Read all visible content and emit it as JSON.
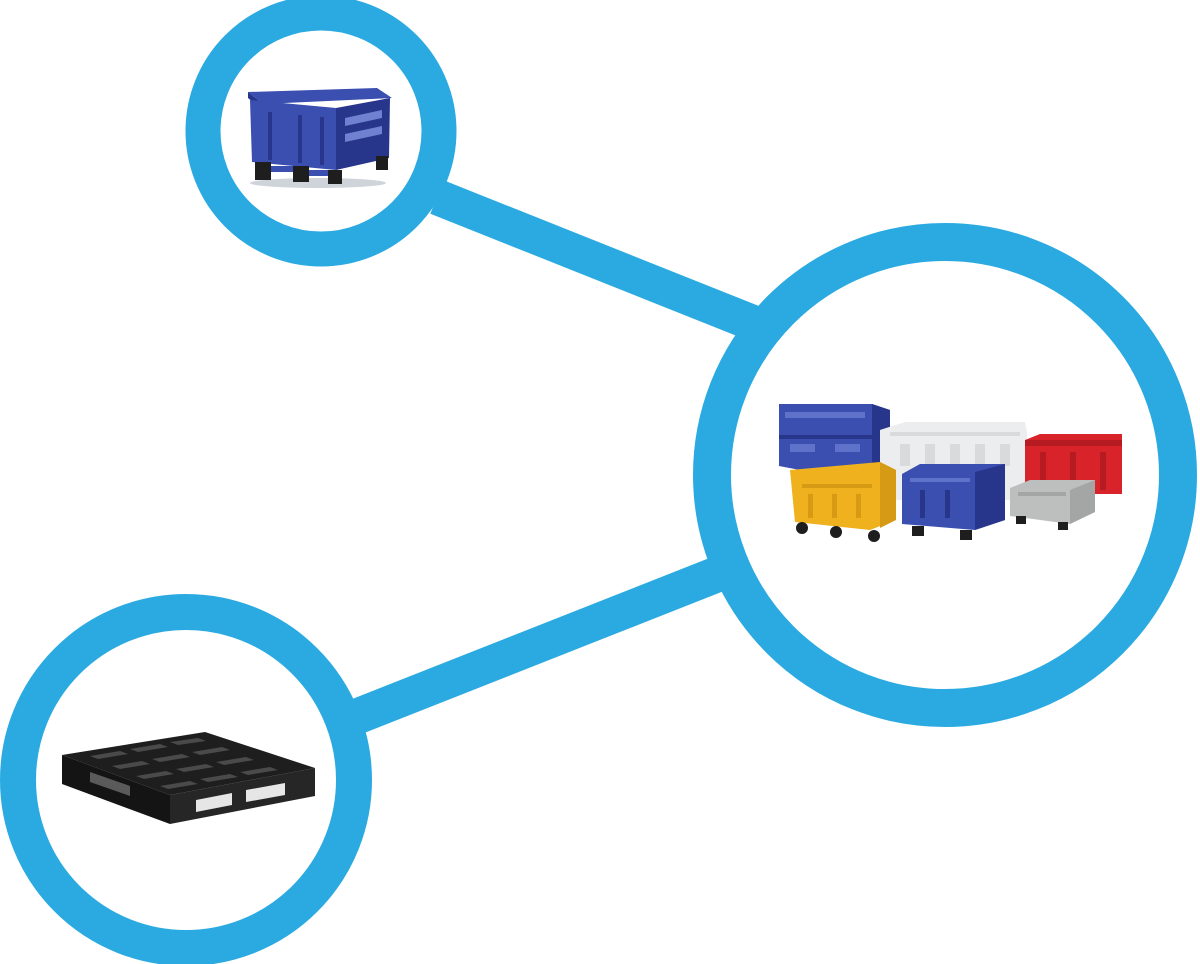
{
  "diagram": {
    "type": "hub-and-spoke",
    "colors": {
      "ring": "#2AAAE1",
      "background": "#FFFFFF",
      "bin_blue": "#3A4FB0",
      "bin_blue_dark": "#27358A",
      "bin_white": "#ECEDEE",
      "bin_red": "#D9232A",
      "bin_yellow": "#EFB21E",
      "bin_gray": "#BDBEBE",
      "pallet": "#1E1E1E"
    },
    "nodes": [
      {
        "id": "lidded-bin",
        "depicts": "blue-lidded-pallet-bin",
        "role": "spoke"
      },
      {
        "id": "bin-collection",
        "depicts": "assorted-colored-pallet-bins",
        "role": "hub"
      },
      {
        "id": "pallet",
        "depicts": "black-plastic-pallet",
        "role": "spoke"
      }
    ],
    "edges": [
      {
        "from": "lidded-bin",
        "to": "bin-collection"
      },
      {
        "from": "pallet",
        "to": "bin-collection"
      }
    ]
  }
}
